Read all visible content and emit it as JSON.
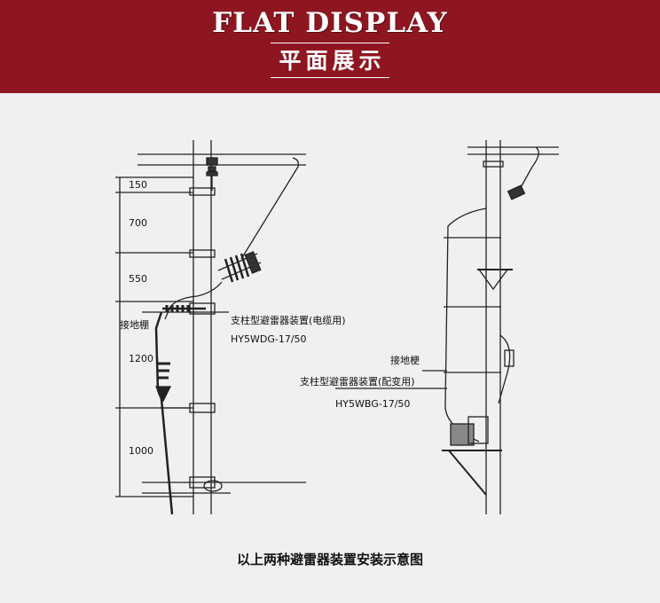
{
  "header": {
    "title_en": "FLAT DISPLAY",
    "title_zh": "平面展示",
    "background_color": "#8e1621",
    "text_color": "#ffffff"
  },
  "left_diagram": {
    "dimensions": [
      "150",
      "700",
      "550",
      "1200",
      "1000"
    ],
    "ground_label": "接地棚",
    "device_name": "支柱型避雷器装置(电缆用)",
    "device_model": "HY5WDG-17/50"
  },
  "right_diagram": {
    "ground_label": "接地梗",
    "device_name": "支柱型避雷器装置(配变用)",
    "device_model": "HY5WBG-17/50"
  },
  "caption": "以上两种避雷器装置安装示意图"
}
